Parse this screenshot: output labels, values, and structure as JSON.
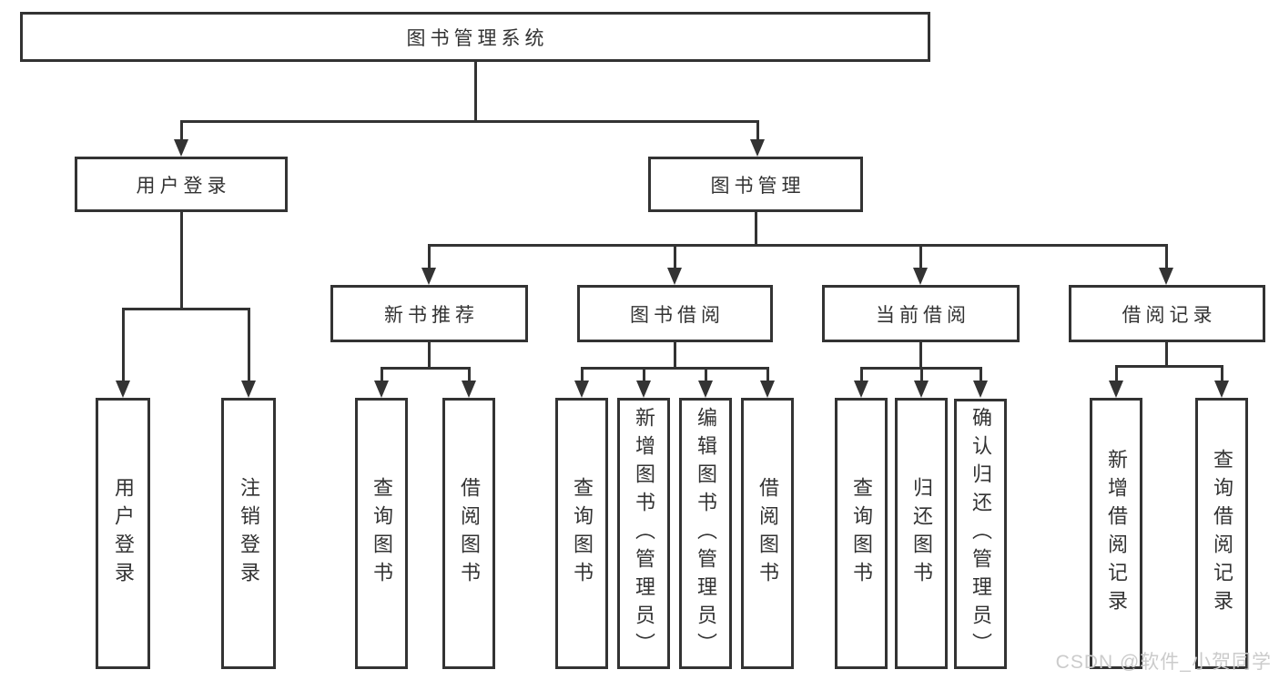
{
  "diagram": {
    "type": "function-structure-tree",
    "colors": {
      "line": "#333333",
      "box_border": "#333333",
      "text": "#333333",
      "background": "#ffffff",
      "watermark": "#cbcbcb"
    },
    "tree": {
      "root": {
        "label": "图书管理系统"
      },
      "branches": [
        {
          "label": "用户登录",
          "children": [
            {
              "label": "用户登录"
            },
            {
              "label": "注销登录"
            }
          ]
        },
        {
          "label": "图书管理",
          "children": [
            {
              "label": "新书推荐",
              "children": [
                {
                  "label": "查询图书"
                },
                {
                  "label": "借阅图书"
                }
              ]
            },
            {
              "label": "图书借阅",
              "children": [
                {
                  "label": "查询图书"
                },
                {
                  "label": "新增图书（管理员）"
                },
                {
                  "label": "编辑图书（管理员）"
                },
                {
                  "label": "借阅图书"
                }
              ]
            },
            {
              "label": "当前借阅",
              "children": [
                {
                  "label": "查询图书"
                },
                {
                  "label": "归还图书"
                },
                {
                  "label": "确认归还（管理员）"
                }
              ]
            },
            {
              "label": "借阅记录",
              "children": [
                {
                  "label": "新增借阅记录"
                },
                {
                  "label": "查询借阅记录"
                }
              ]
            }
          ]
        }
      ]
    },
    "watermark": {
      "text": "CSDN @软件_小贺同学"
    }
  }
}
